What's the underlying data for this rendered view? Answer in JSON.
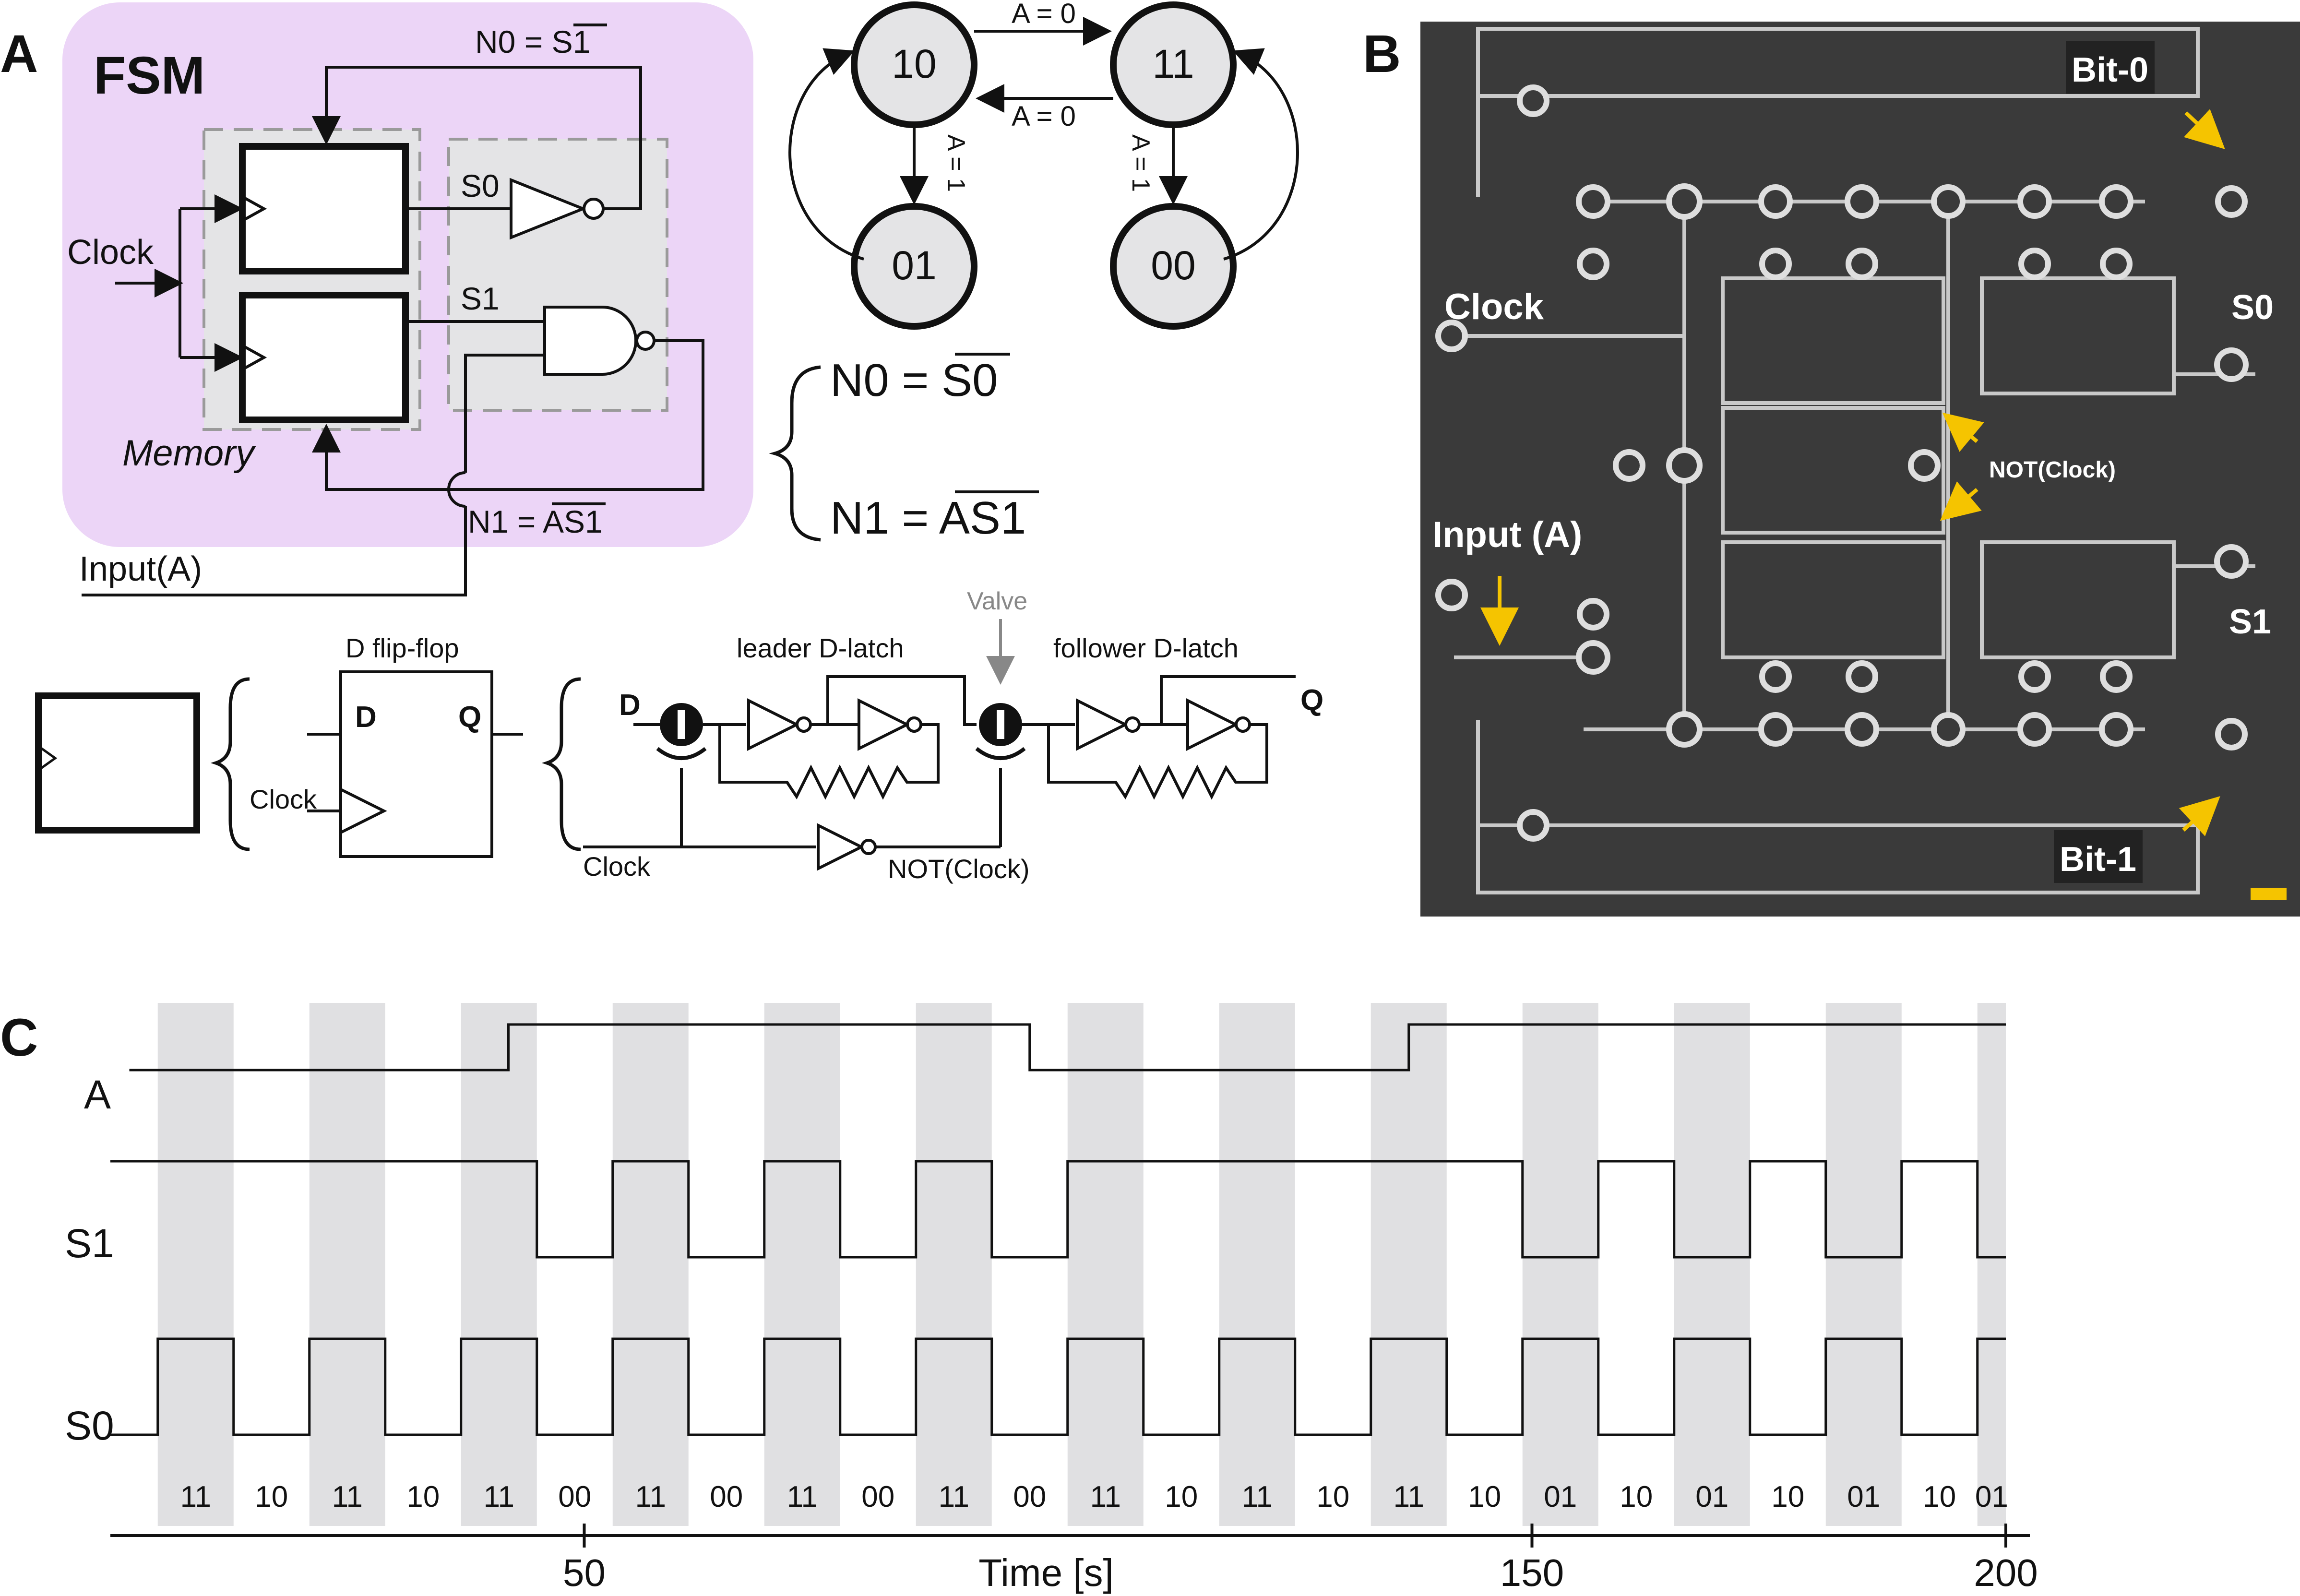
{
  "panel_letters": {
    "a": "A",
    "b": "B",
    "c": "C"
  },
  "panel_a": {
    "fsm_title": "FSM",
    "clock_label": "Clock",
    "memory_label": "Memory",
    "input_label": "Input(A)",
    "s0_label": "S0",
    "s1_label": "S1",
    "n0_label": "N0 = S1",
    "n1_label": "N1 = AS1",
    "states": [
      "10",
      "11",
      "01",
      "00"
    ],
    "transitions": {
      "top": "A = 0",
      "bottom": "A = 0",
      "left_down": "A = 1",
      "right_down": "A = 1"
    },
    "equations": {
      "eq0": "N0 = S0",
      "eq1": "N1 = AS1"
    },
    "dff_title": "D flip-flop",
    "dff_d": "D",
    "dff_q": "Q",
    "dff_clock": "Clock",
    "latch": {
      "d": "D",
      "q": "Q",
      "valve": "Valve",
      "leader": "leader D-latch",
      "follower": "follower D-latch",
      "clock": "Clock",
      "not_clock": "NOT(Clock)"
    }
  },
  "panel_b": {
    "bit0": "Bit-0",
    "bit1": "Bit-1",
    "clock": "Clock",
    "input": "Input (A)",
    "s0": "S0",
    "s1": "S1",
    "not_clock": "NOT(Clock)",
    "colors": {
      "chip_bg": "#3b3b3b",
      "label_bg": "#222222",
      "arrow": "#f5c400",
      "scale_bar": "#f5c400"
    }
  },
  "panel_c": {
    "trace_labels": {
      "a": "A",
      "s1": "S1",
      "s0": "S0"
    },
    "state_sequence": [
      "11",
      "10",
      "11",
      "10",
      "11",
      "00",
      "11",
      "00",
      "11",
      "00",
      "11",
      "00",
      "11",
      "10",
      "11",
      "10",
      "11",
      "10",
      "01",
      "10",
      "01",
      "10",
      "01",
      "10",
      "01"
    ],
    "x_ticks": [
      "50",
      "150",
      "200"
    ],
    "x_label": "Time [s]",
    "colors": {
      "shade": "#e0e0e2",
      "trace": "#111111"
    }
  },
  "chart_data": {
    "type": "line",
    "title": "",
    "xlabel": "Time [s]",
    "ylabel": "",
    "xlim": [
      0,
      200
    ],
    "x_ticks": [
      50,
      150,
      200
    ],
    "clock_high_intervals_s": [
      [
        5,
        13
      ],
      [
        21,
        29
      ],
      [
        37,
        45
      ],
      [
        53,
        61
      ],
      [
        69,
        77
      ],
      [
        85,
        93
      ],
      [
        101,
        109
      ],
      [
        117,
        125
      ],
      [
        133,
        141
      ],
      [
        149,
        157
      ],
      [
        165,
        173
      ],
      [
        181,
        189
      ],
      [
        197,
        200
      ]
    ],
    "series": [
      {
        "name": "A",
        "points": [
          [
            2,
            0
          ],
          [
            42,
            0
          ],
          [
            42,
            1
          ],
          [
            97,
            1
          ],
          [
            97,
            0
          ],
          [
            137,
            0
          ],
          [
            137,
            1
          ],
          [
            200,
            1
          ]
        ]
      },
      {
        "name": "S1",
        "points": [
          [
            0,
            1
          ],
          [
            45,
            1
          ],
          [
            45,
            0
          ],
          [
            53,
            0
          ],
          [
            53,
            1
          ],
          [
            61,
            0
          ],
          [
            69,
            1
          ],
          [
            77,
            0
          ],
          [
            85,
            1
          ],
          [
            93,
            0
          ],
          [
            101,
            1
          ],
          [
            149,
            1
          ],
          [
            149,
            0
          ],
          [
            157,
            1
          ],
          [
            165,
            0
          ],
          [
            173,
            1
          ],
          [
            181,
            0
          ],
          [
            189,
            1
          ],
          [
            197,
            0
          ],
          [
            200,
            0
          ]
        ]
      },
      {
        "name": "S0",
        "points": [
          [
            0,
            0
          ],
          [
            5,
            1
          ],
          [
            13,
            0
          ],
          [
            21,
            1
          ],
          [
            29,
            0
          ],
          [
            37,
            1
          ],
          [
            45,
            0
          ],
          [
            53,
            1
          ],
          [
            61,
            0
          ],
          [
            69,
            1
          ],
          [
            77,
            0
          ],
          [
            85,
            1
          ],
          [
            93,
            0
          ],
          [
            101,
            1
          ],
          [
            109,
            0
          ],
          [
            117,
            1
          ],
          [
            125,
            0
          ],
          [
            133,
            1
          ],
          [
            141,
            0
          ],
          [
            149,
            1
          ],
          [
            157,
            0
          ],
          [
            165,
            1
          ],
          [
            173,
            0
          ],
          [
            181,
            1
          ],
          [
            189,
            0
          ],
          [
            197,
            1
          ],
          [
            200,
            1
          ]
        ]
      }
    ],
    "state_labels": [
      "11",
      "10",
      "11",
      "10",
      "11",
      "00",
      "11",
      "00",
      "11",
      "00",
      "11",
      "00",
      "11",
      "10",
      "11",
      "10",
      "11",
      "10",
      "01",
      "10",
      "01",
      "10",
      "01",
      "10",
      "01"
    ]
  }
}
